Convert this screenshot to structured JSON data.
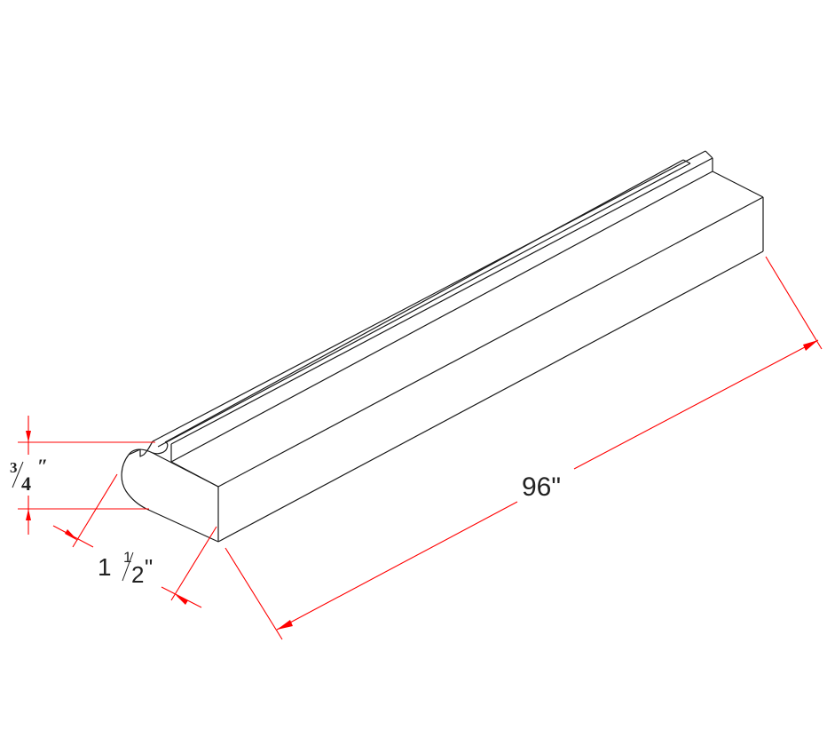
{
  "drawing": {
    "type": "isometric moulding profile",
    "line_color": "#1a1a1a",
    "dimension_color": "#ff0000",
    "background": "#ffffff"
  },
  "dimensions": {
    "length": {
      "label": "96\""
    },
    "width": {
      "label_whole": "1",
      "label_num": "1",
      "label_den": "2",
      "label_unit": "\""
    },
    "height": {
      "label_num": "3",
      "label_den": "4",
      "label_unit": "″"
    }
  }
}
